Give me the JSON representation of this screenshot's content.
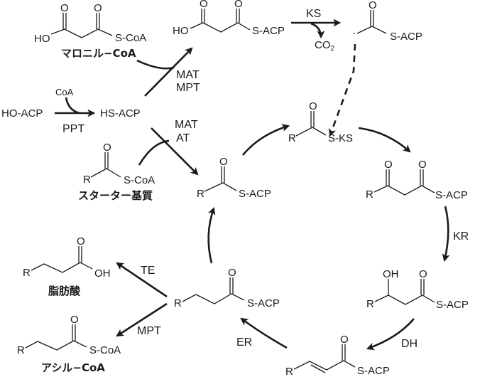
{
  "diagram": {
    "title": "",
    "molecules": {
      "malonyl_coa": {
        "left": "HO",
        "right": "S-CoA",
        "carbonyl": "O",
        "name": "マロニル−CoA"
      },
      "malonyl_acp": {
        "left": "HO",
        "right": "S-ACP",
        "carbonyl": "O"
      },
      "acetyl_acp_top": {
        "right": "S-ACP",
        "carbonyl": "O"
      },
      "ho_acp": {
        "label": "HO-ACP"
      },
      "hs_acp": {
        "label": "HS-ACP"
      },
      "coa_cofactor": {
        "label": "CoA"
      },
      "acyl_ks": {
        "left": "R",
        "right": "S-KS",
        "carbonyl": "O"
      },
      "starter": {
        "left": "R",
        "right": "S-CoA",
        "carbonyl": "O",
        "name": "スターター基質"
      },
      "acyl_acp": {
        "left": "R",
        "right": "S-ACP",
        "carbonyl": "O"
      },
      "ketoacyl_acp": {
        "left": "R",
        "right": "S-ACP",
        "carbonyl": "O"
      },
      "hydroxyacyl_acp": {
        "left": "R",
        "right": "S-ACP",
        "carbonyl": "O",
        "hydroxyl": "OH"
      },
      "enoyl_acp": {
        "left": "R",
        "right": "S-ACP",
        "carbonyl": "O"
      },
      "saturated_acyl_acp": {
        "left": "R",
        "right": "S-ACP",
        "carbonyl": "O"
      },
      "fatty_acid": {
        "left": "R",
        "right": "OH",
        "carbonyl": "O",
        "name": "脂肪酸"
      },
      "acyl_coa": {
        "left": "R",
        "right": "S-CoA",
        "carbonyl": "O",
        "name": "アシル−CoA"
      }
    },
    "enzymes": {
      "ks": "KS",
      "co2": "CO",
      "co2_sub": "2",
      "mat1": "MAT",
      "mpt1": "MPT",
      "ppt": "PPT",
      "mat2": "MAT",
      "at": "AT",
      "kr": "KR",
      "dh": "DH",
      "er": "ER",
      "te": "TE",
      "mpt2": "MPT"
    }
  }
}
